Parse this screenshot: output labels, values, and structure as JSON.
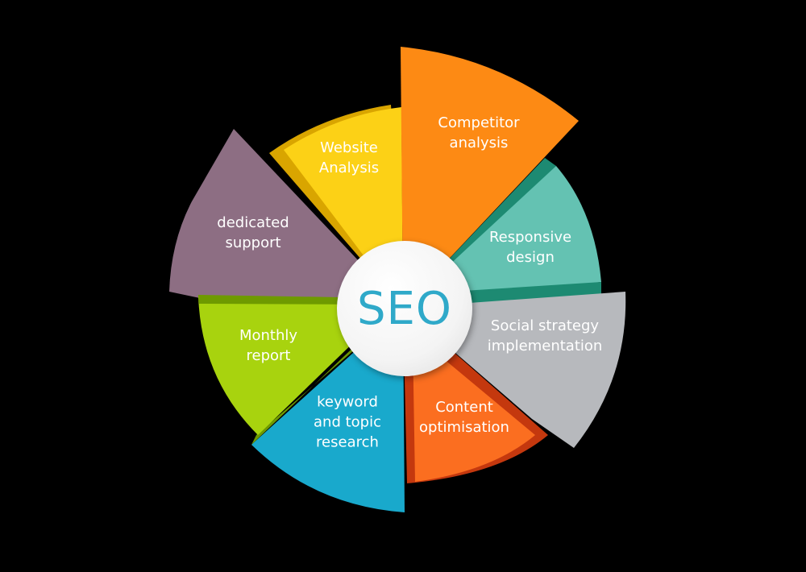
{
  "diagram": {
    "center": {
      "label": "SEO",
      "color": "#2fa9c9"
    },
    "segments": [
      {
        "id": "website-analysis",
        "lines": [
          "Website",
          "Analysis"
        ],
        "color": "#fcd116",
        "shade": "#d9a500"
      },
      {
        "id": "competitor-analysis",
        "lines": [
          "Competitor",
          "analysis"
        ],
        "color": "#fd8a14",
        "shade": "#e76f00"
      },
      {
        "id": "responsive-design",
        "lines": [
          "Responsive",
          "design"
        ],
        "color": "#64c2b2",
        "shade": "#1d8a72"
      },
      {
        "id": "social-strategy",
        "lines": [
          "Social strategy",
          "implementation"
        ],
        "color": "#b7b9bd",
        "shade": "#8e9094"
      },
      {
        "id": "content-optimisation",
        "lines": [
          "Content",
          "optimisation"
        ],
        "color": "#fb6e20",
        "shade": "#c4380e"
      },
      {
        "id": "keyword-research",
        "lines": [
          "keyword",
          "and topic",
          "research"
        ],
        "color": "#19a9cc",
        "shade": "#0f87a8"
      },
      {
        "id": "monthly-report",
        "lines": [
          "Monthly",
          "report"
        ],
        "color": "#a8d30e",
        "shade": "#6e9a00"
      },
      {
        "id": "dedicated-support",
        "lines": [
          "dedicated",
          "support"
        ],
        "color": "#8d6e83",
        "shade": "#6e5266"
      }
    ]
  }
}
